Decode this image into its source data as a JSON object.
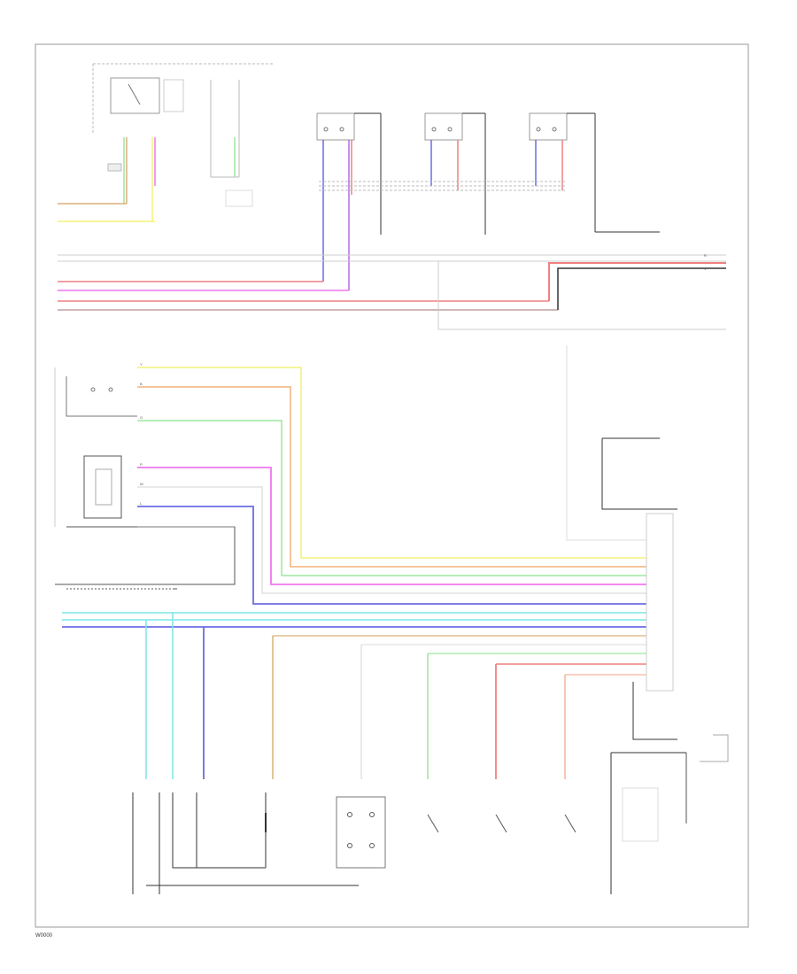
{
  "diagram": {
    "footer_code": "W0000",
    "colors": {
      "yellow": "#f2f27a",
      "orange": "#f2b27a",
      "green": "#9ee69e",
      "magenta": "#ee77ee",
      "light_gray": "#e2e2e2",
      "blue": "#6c6ce6",
      "red": "#f08080",
      "cyan": "#7ae6e6",
      "tan": "#d9b07a",
      "salmon": "#f3b59a",
      "lavender": "#b6a6f0",
      "dark": "#555555"
    },
    "notes": {
      "pin_w": "W",
      "pin_b": "B",
      "pin_r": "R",
      "pin_g": "G",
      "pin_l": "L",
      "pin_y": "Y",
      "pin_v": "V",
      "pin_p": "P"
    }
  }
}
